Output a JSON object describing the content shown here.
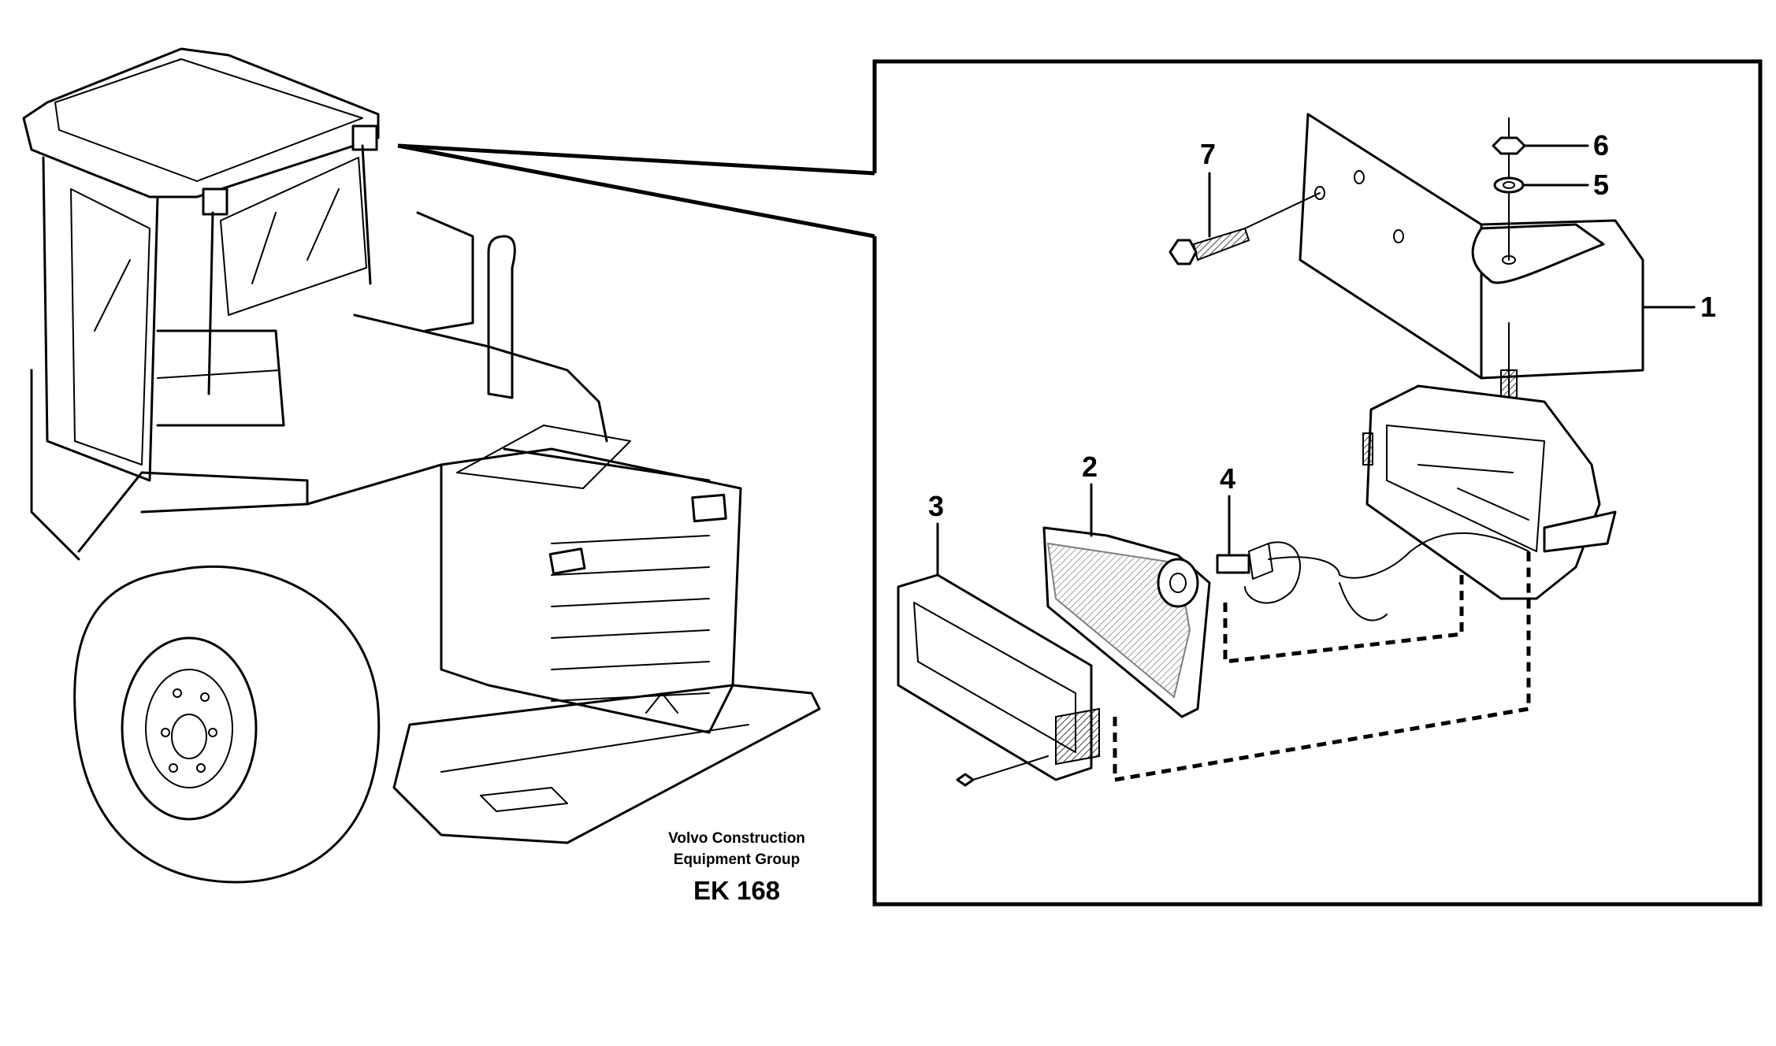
{
  "caption": {
    "line1": "Volvo Construction",
    "line2": "Equipment Group",
    "code": "EK 168"
  },
  "callouts": [
    {
      "id": "1",
      "text": "1"
    },
    {
      "id": "2",
      "text": "2"
    },
    {
      "id": "3",
      "text": "3"
    },
    {
      "id": "4",
      "text": "4"
    },
    {
      "id": "5",
      "text": "5"
    },
    {
      "id": "6",
      "text": "6"
    },
    {
      "id": "7",
      "text": "7"
    }
  ]
}
